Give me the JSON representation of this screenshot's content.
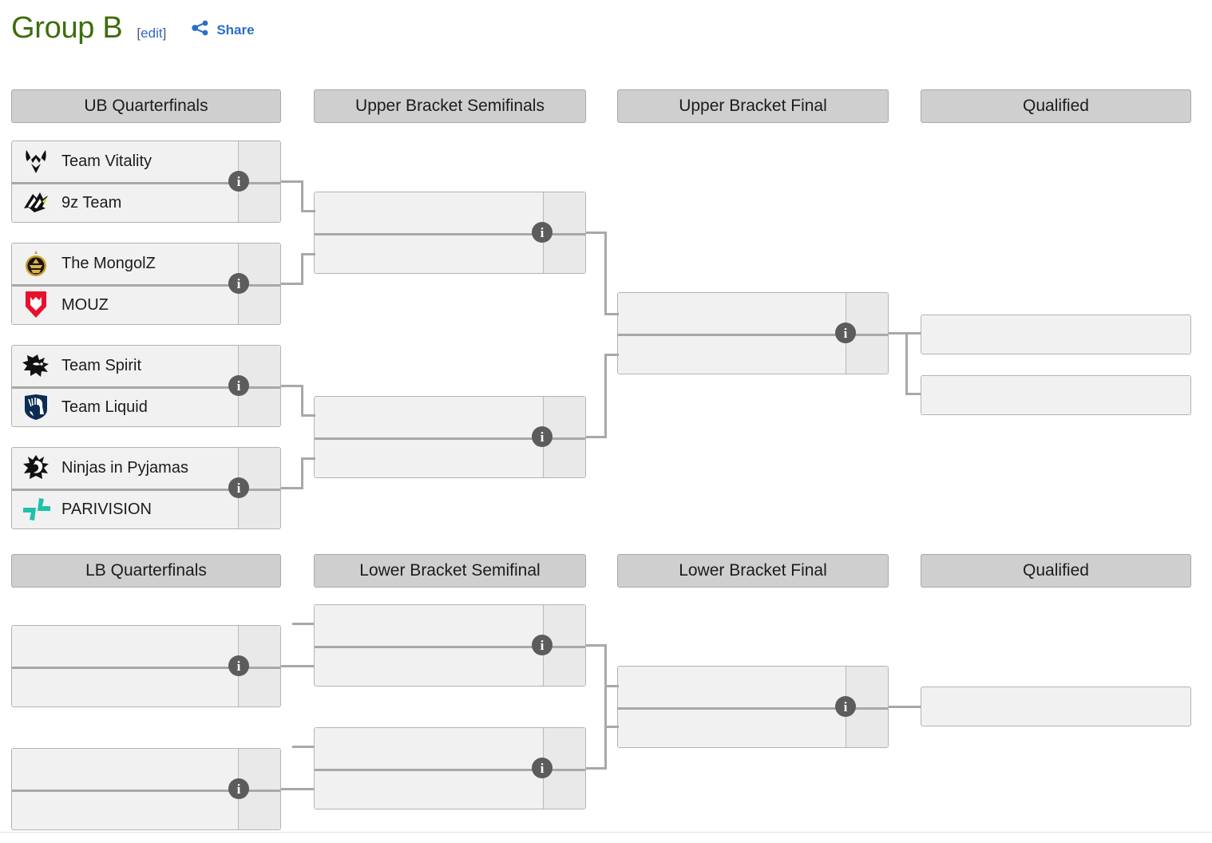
{
  "header": {
    "title": "Group B",
    "edit_open": "[",
    "edit_label": "edit",
    "edit_close": "]",
    "share_label": "Share",
    "share_icon": "share-icon",
    "title_color": "#3c6e0d",
    "link_color": "#3366cc",
    "share_color": "#2a6fc9"
  },
  "colors": {
    "round_header_bg": "#cfcfcf",
    "round_header_border": "#a8a8a8",
    "match_bg": "#f1f1f1",
    "match_border": "#b3b3b3",
    "score_bg": "#e9e9e9",
    "connector": "#a8a8a8",
    "info_badge_bg": "#5c5c5c",
    "info_badge_fg": "#ffffff"
  },
  "upper_bracket": {
    "rounds": [
      {
        "label": "UB Quarterfinals"
      },
      {
        "label": "Upper Bracket Semifinals"
      },
      {
        "label": "Upper Bracket Final"
      },
      {
        "label": "Qualified"
      }
    ],
    "quarterfinals": [
      {
        "info_icon": "info-icon",
        "teams": [
          {
            "name": "Team Vitality",
            "logo": "team-vitality-logo",
            "score": ""
          },
          {
            "name": "9z Team",
            "logo": "9z-team-logo",
            "score": ""
          }
        ]
      },
      {
        "info_icon": "info-icon",
        "teams": [
          {
            "name": "The MongolZ",
            "logo": "the-mongolz-logo",
            "score": ""
          },
          {
            "name": "MOUZ",
            "logo": "mouz-logo",
            "score": ""
          }
        ]
      },
      {
        "info_icon": "info-icon",
        "teams": [
          {
            "name": "Team Spirit",
            "logo": "team-spirit-logo",
            "score": ""
          },
          {
            "name": "Team Liquid",
            "logo": "team-liquid-logo",
            "score": ""
          }
        ]
      },
      {
        "info_icon": "info-icon",
        "teams": [
          {
            "name": "Ninjas in Pyjamas",
            "logo": "ninjas-in-pyjamas-logo",
            "score": ""
          },
          {
            "name": "PARIVISION",
            "logo": "parivision-logo",
            "score": ""
          }
        ]
      }
    ],
    "semifinals": [
      {
        "info_icon": "info-icon",
        "teams": [
          {
            "name": "",
            "score": ""
          },
          {
            "name": "",
            "score": ""
          }
        ]
      },
      {
        "info_icon": "info-icon",
        "teams": [
          {
            "name": "",
            "score": ""
          },
          {
            "name": "",
            "score": ""
          }
        ]
      }
    ],
    "final": [
      {
        "info_icon": "info-icon",
        "teams": [
          {
            "name": "",
            "score": ""
          },
          {
            "name": "",
            "score": ""
          }
        ]
      }
    ],
    "qualified": [
      {
        "name": ""
      },
      {
        "name": ""
      }
    ]
  },
  "lower_bracket": {
    "rounds": [
      {
        "label": "LB Quarterfinals"
      },
      {
        "label": "Lower Bracket Semifinal"
      },
      {
        "label": "Lower Bracket Final"
      },
      {
        "label": "Qualified"
      }
    ],
    "quarterfinals": [
      {
        "info_icon": "info-icon",
        "teams": [
          {
            "name": "",
            "score": ""
          },
          {
            "name": "",
            "score": ""
          }
        ]
      },
      {
        "info_icon": "info-icon",
        "teams": [
          {
            "name": "",
            "score": ""
          },
          {
            "name": "",
            "score": ""
          }
        ]
      }
    ],
    "semifinals": [
      {
        "info_icon": "info-icon",
        "teams": [
          {
            "name": "",
            "score": ""
          },
          {
            "name": "",
            "score": ""
          }
        ]
      },
      {
        "info_icon": "info-icon",
        "teams": [
          {
            "name": "",
            "score": ""
          },
          {
            "name": "",
            "score": ""
          }
        ]
      }
    ],
    "final": [
      {
        "info_icon": "info-icon",
        "teams": [
          {
            "name": "",
            "score": ""
          },
          {
            "name": "",
            "score": ""
          }
        ]
      }
    ],
    "qualified": [
      {
        "name": ""
      }
    ]
  },
  "info_badge_glyph": "i"
}
